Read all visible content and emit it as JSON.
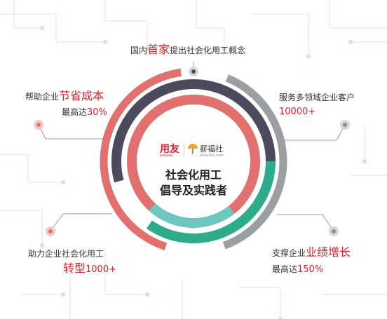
{
  "center": {
    "line1": "社会化用工",
    "line2": "倡导及实践者"
  },
  "logos": {
    "yonyou": "用友",
    "yonyou_sub": "yonyou",
    "xinfushe": "薪福社",
    "xinfushe_sub": "xinfushe.com"
  },
  "labels": {
    "top": {
      "pre": "国内",
      "em": "首家",
      "post": "提出社会化用工概念"
    },
    "tl": {
      "pre": "帮助企业",
      "em": "节省成本",
      "line2_pre": "最高达",
      "line2_val": "30%"
    },
    "tr": {
      "line1": "服务多领域企业客户",
      "line2": "10000+"
    },
    "bl": {
      "line1": "助力企业社会化用工",
      "em": "转型",
      "val": "1000+"
    },
    "br": {
      "pre": "支撑企业",
      "em": "业绩增长",
      "line2_pre": "最高达",
      "line2_val": "150%"
    }
  },
  "colors": {
    "red": "#e1716f",
    "dark": "#4c4a5c",
    "teal": "#2eab8b",
    "gray": "#9a9fa1",
    "light_teal": "#6cc7c0",
    "accent": "#d9232d"
  }
}
